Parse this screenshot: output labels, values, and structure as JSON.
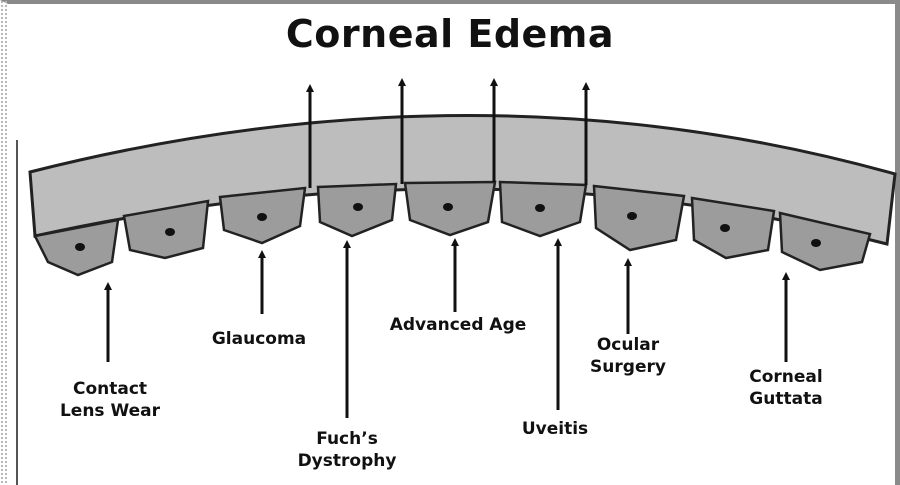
{
  "diagram": {
    "title": "Corneal Edema",
    "labels": {
      "contact_lens_wear": [
        "Contact",
        "Lens Wear"
      ],
      "glaucoma": [
        "Glaucoma"
      ],
      "fuchs_dystrophy": [
        "Fuch’s",
        "Dystrophy"
      ],
      "advanced_age": [
        "Advanced Age"
      ],
      "uveitis": [
        "Uveitis"
      ],
      "ocular_surgery": [
        "Ocular",
        "Surgery"
      ],
      "corneal_guttata": [
        "Corneal",
        "Guttata"
      ]
    }
  },
  "colors": {
    "cornea_fill": "#bdbdbd",
    "cell_fill": "#9c9c9c",
    "outline": "#222222",
    "nucleus": "#111111",
    "frame": "#8a8a8a"
  }
}
